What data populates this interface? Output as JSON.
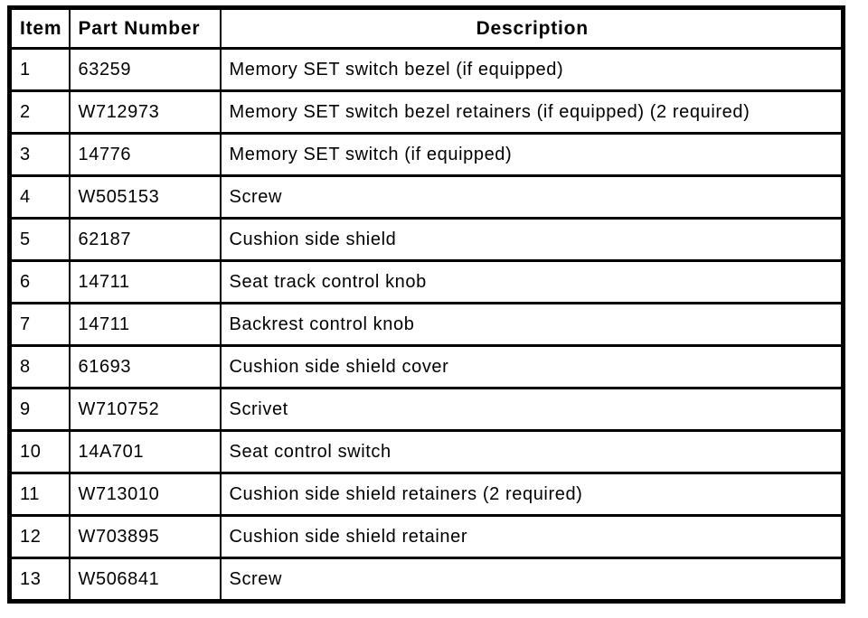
{
  "table": {
    "columns": [
      {
        "label": "Item"
      },
      {
        "label": "Part Number"
      },
      {
        "label": "Description"
      }
    ],
    "rows": [
      {
        "item": "1",
        "part_number": "63259",
        "description": "Memory SET switch bezel (if equipped)"
      },
      {
        "item": "2",
        "part_number": "W712973",
        "description": "Memory SET switch bezel retainers (if equipped) (2 required)"
      },
      {
        "item": "3",
        "part_number": "14776",
        "description": "Memory SET switch (if equipped)"
      },
      {
        "item": "4",
        "part_number": "W505153",
        "description": "Screw"
      },
      {
        "item": "5",
        "part_number": "62187",
        "description": "Cushion side shield"
      },
      {
        "item": "6",
        "part_number": "14711",
        "description": "Seat track control knob"
      },
      {
        "item": "7",
        "part_number": "14711",
        "description": "Backrest control knob"
      },
      {
        "item": "8",
        "part_number": "61693",
        "description": "Cushion side shield cover"
      },
      {
        "item": "9",
        "part_number": "W710752",
        "description": "Scrivet"
      },
      {
        "item": "10",
        "part_number": "14A701",
        "description": "Seat control switch"
      },
      {
        "item": "11",
        "part_number": "W713010",
        "description": "Cushion side shield retainers (2 required)"
      },
      {
        "item": "12",
        "part_number": "W703895",
        "description": "Cushion side shield retainer"
      },
      {
        "item": "13",
        "part_number": "W506841",
        "description": "Screw"
      }
    ],
    "colors": {
      "border": "#000000",
      "background": "#ffffff",
      "text": "#000000"
    }
  }
}
